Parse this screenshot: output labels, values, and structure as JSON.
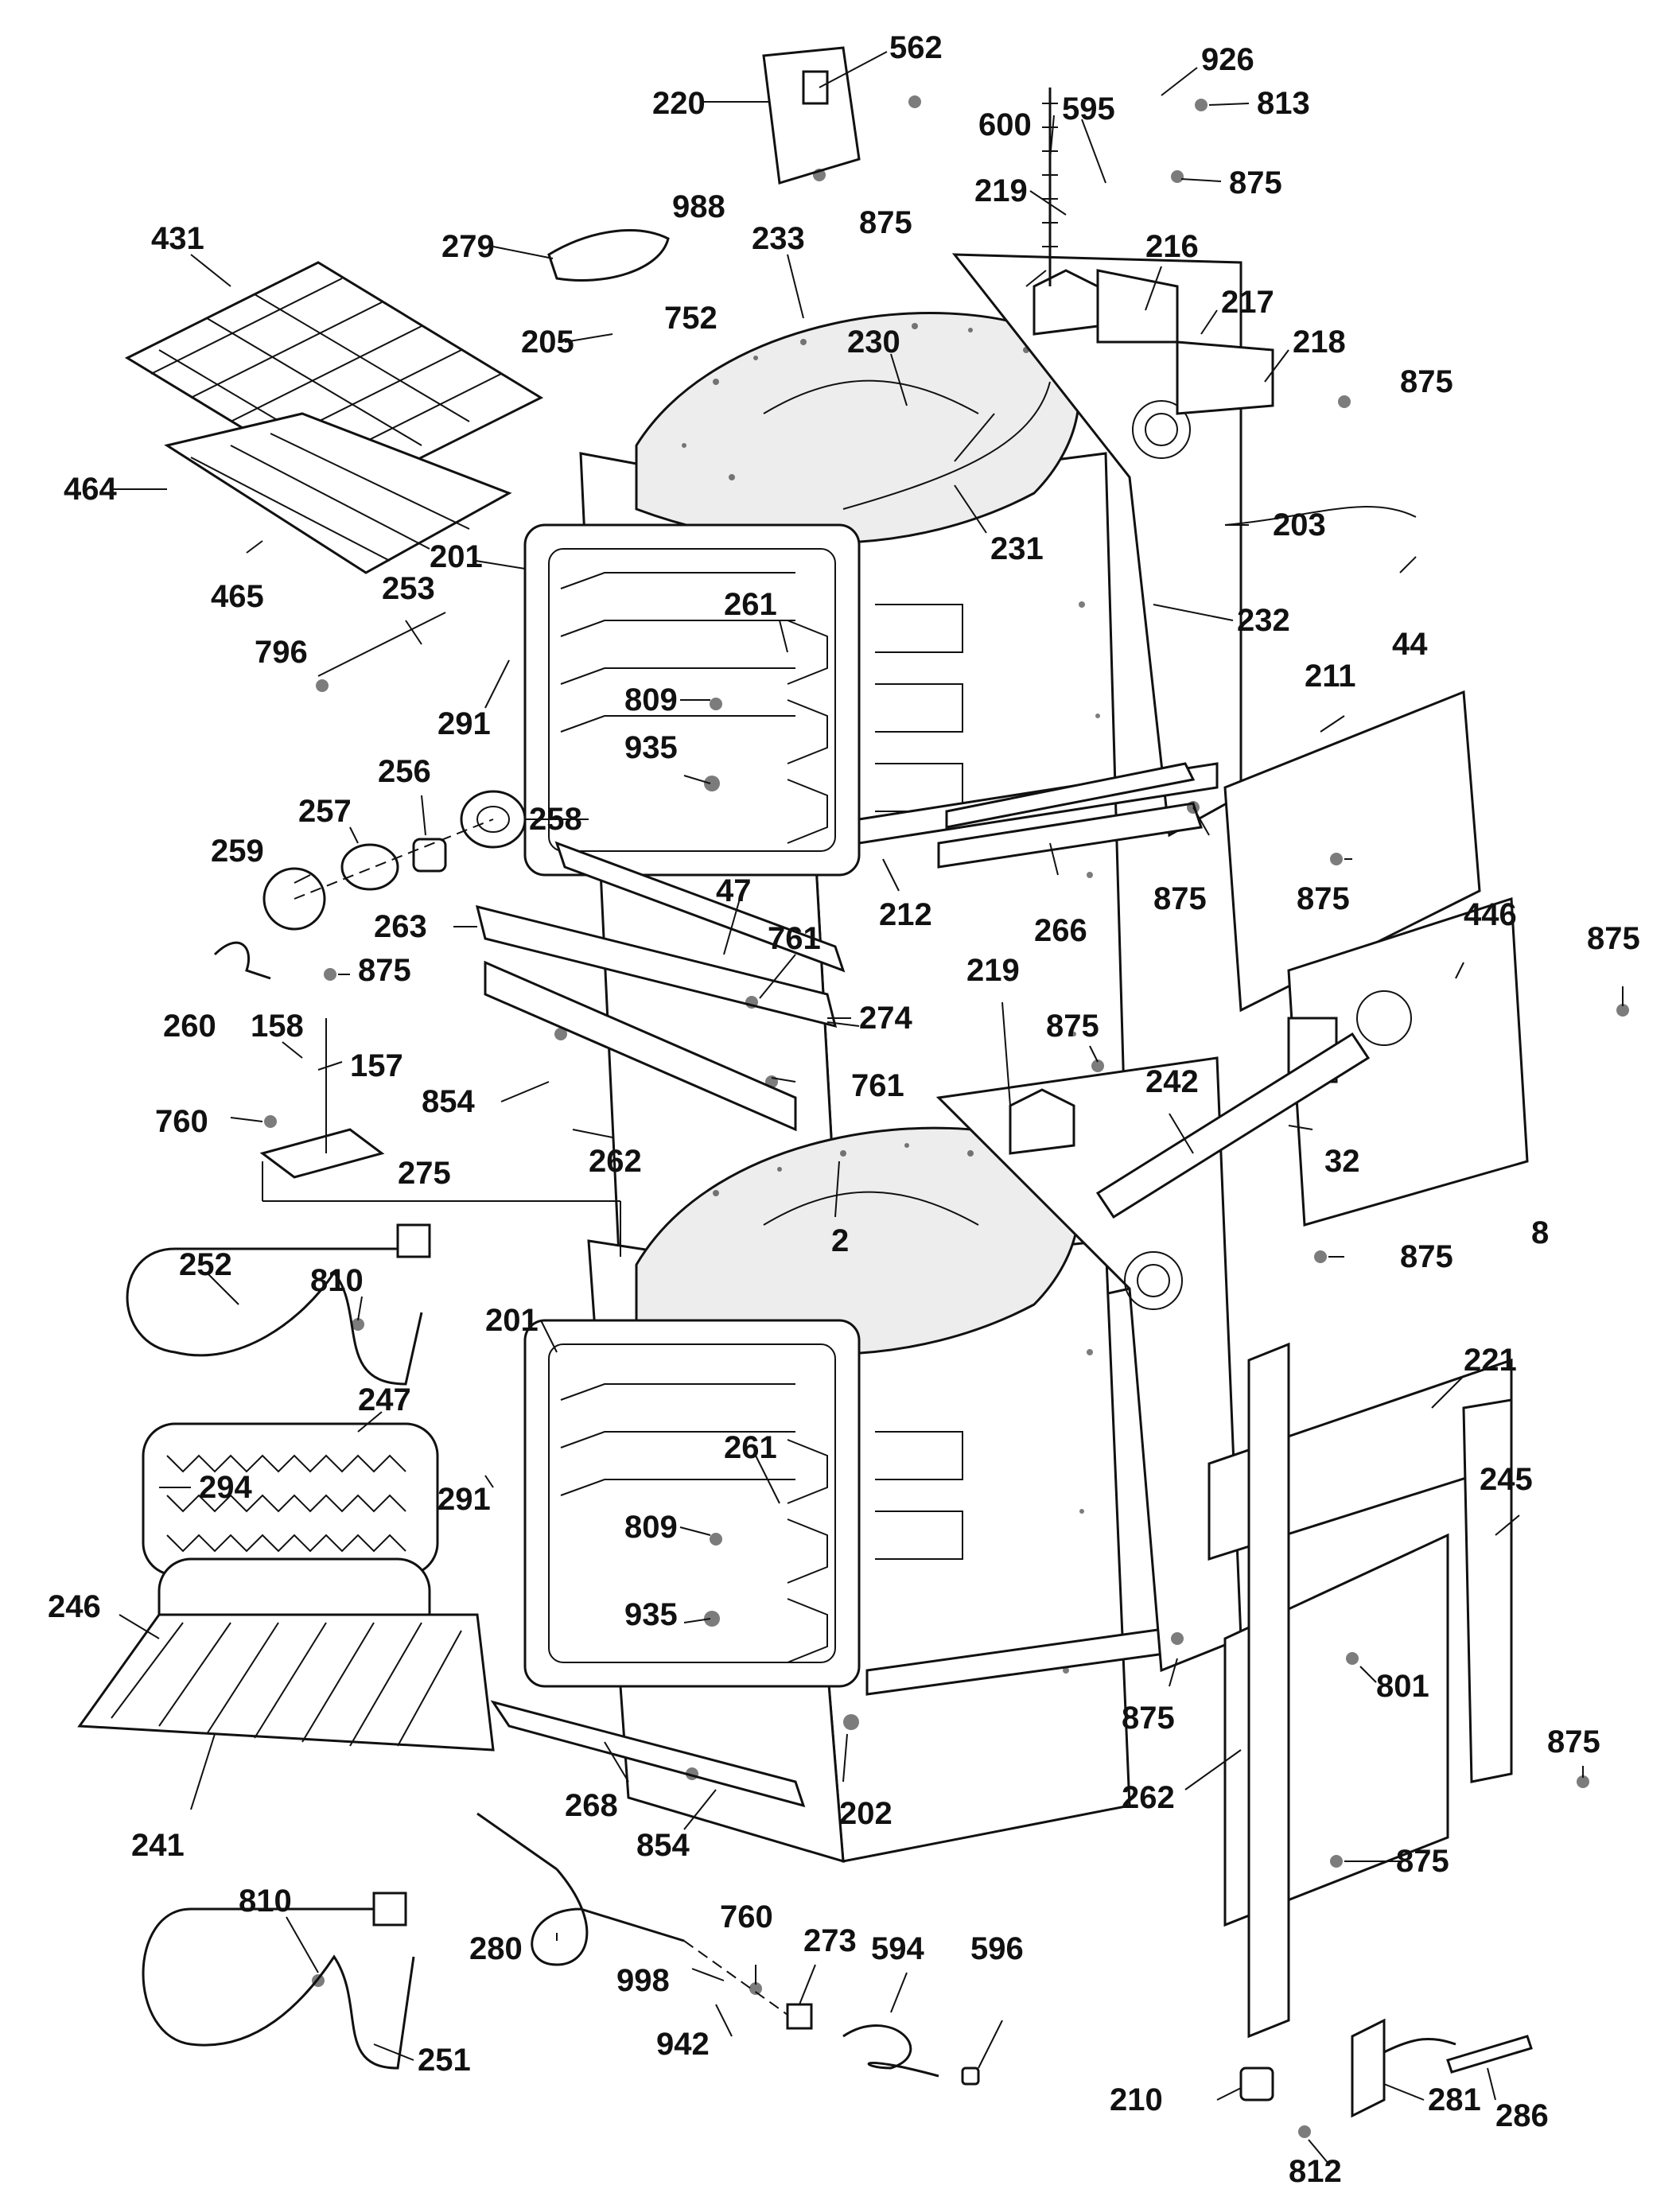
{
  "parts": {
    "p220": "220",
    "p562": "562",
    "p926": "926",
    "p813": "813",
    "p600": "600",
    "p595": "595",
    "p875_a": "875",
    "p988": "988",
    "p875_b": "875",
    "p219_top": "219",
    "p279": "279",
    "p431": "431",
    "p233": "233",
    "p216": "216",
    "p217": "217",
    "p205": "205",
    "p752": "752",
    "p230": "230",
    "p218": "218",
    "p875_c": "875",
    "p464": "464",
    "p203": "203",
    "p231": "231",
    "p465": "465",
    "p201_top": "201",
    "p253": "253",
    "p261_top": "261",
    "p232": "232",
    "p44": "44",
    "p796": "796",
    "p809_top": "809",
    "p291_top": "291",
    "p211": "211",
    "p935_top": "935",
    "p256": "256",
    "p257": "257",
    "p258": "258",
    "p259": "259",
    "p47": "47",
    "p212": "212",
    "p266": "266",
    "p875_d": "875",
    "p875_e": "875",
    "p263": "263",
    "p761_a": "761",
    "p446": "446",
    "p875_f": "875",
    "p260": "260",
    "p875_g": "875",
    "p219_mid": "219",
    "p274": "274",
    "p158": "158",
    "p157": "157",
    "p875_h": "875",
    "p854_a": "854",
    "p761_b": "761",
    "p242": "242",
    "p760_a": "760",
    "p262_mid": "262",
    "p32": "32",
    "p275": "275",
    "p8": "8",
    "p875_i": "875",
    "p2": "2",
    "p252": "252",
    "p810_a": "810",
    "p201_bot": "201",
    "p221": "221",
    "p261_bot": "261",
    "p294": "294",
    "p247": "247",
    "p291_bot": "291",
    "p809_bot": "809",
    "p245": "245",
    "p801": "801",
    "p246": "246",
    "p935_bot": "935",
    "p875_j": "875",
    "p875_k": "875",
    "p268": "268",
    "p202": "202",
    "p262_bot": "262",
    "p241": "241",
    "p854_b": "854",
    "p810_b": "810",
    "p760_b": "760",
    "p273": "273",
    "p280": "280",
    "p594": "594",
    "p596": "596",
    "p875_l": "875",
    "p998": "998",
    "p942": "942",
    "p286": "286",
    "p251": "251",
    "p281": "281",
    "p210": "210",
    "p812": "812"
  }
}
